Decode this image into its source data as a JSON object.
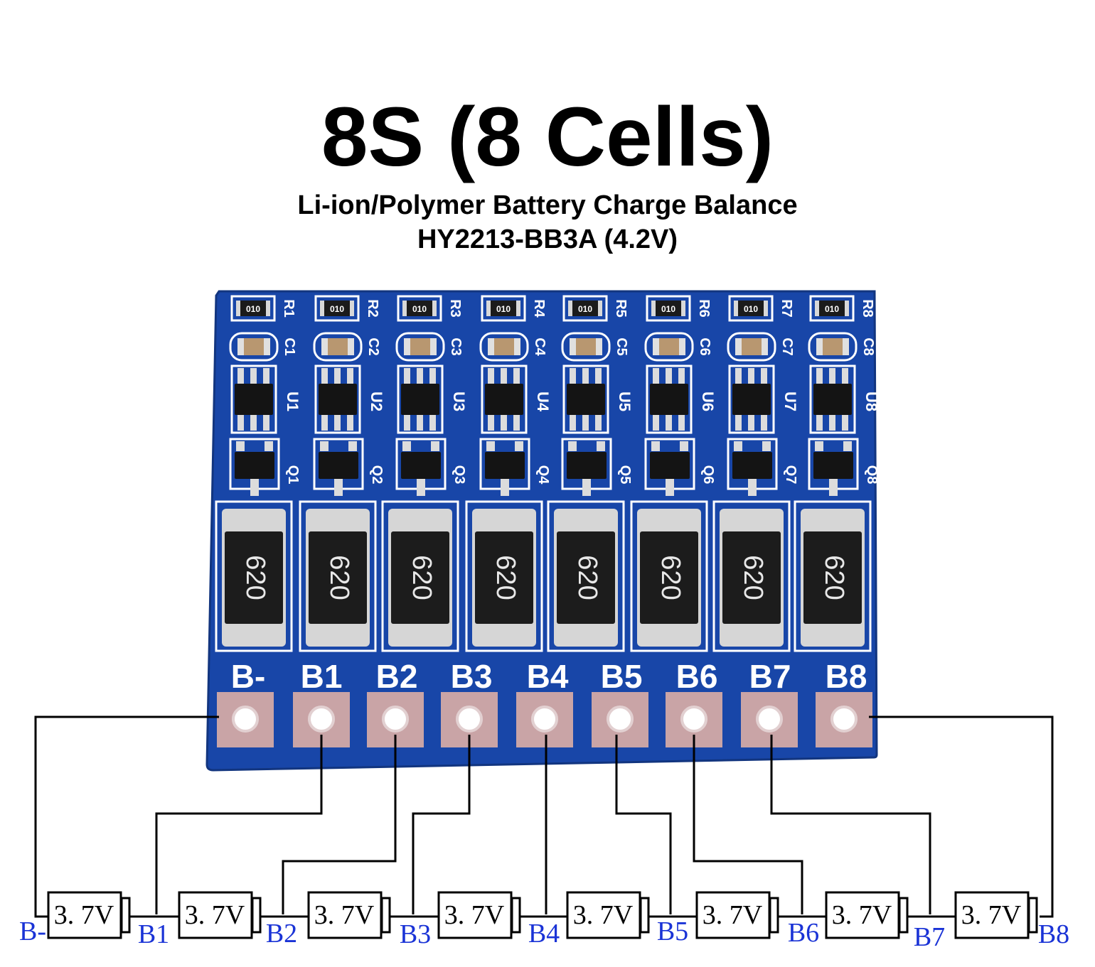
{
  "title": "8S (8 Cells)",
  "subtitle_line1": "Li-ion/Polymer Battery Charge Balance",
  "subtitle_line2": "HY2213-BB3A (4.2V)",
  "pcb": {
    "board_color": "#1846a8",
    "resistor_marking": "010",
    "shunt_resistor_marking": "620",
    "resistor_labels": [
      "R1",
      "R2",
      "R3",
      "R4",
      "R5",
      "R6",
      "R7",
      "R8"
    ],
    "capacitor_labels": [
      "C1",
      "C2",
      "C3",
      "C4",
      "C5",
      "C6",
      "C7",
      "C8"
    ],
    "ic_labels": [
      "U1",
      "U2",
      "U3",
      "U4",
      "U5",
      "U6",
      "U7",
      "U8"
    ],
    "transistor_labels": [
      "Q1",
      "Q2",
      "Q3",
      "Q4",
      "Q5",
      "Q6",
      "Q7",
      "Q8"
    ],
    "pad_labels": [
      "B-",
      "B1",
      "B2",
      "B3",
      "B4",
      "B5",
      "B6",
      "B7",
      "B8"
    ]
  },
  "cells": [
    "3. 7V",
    "3. 7V",
    "3. 7V",
    "3. 7V",
    "3. 7V",
    "3. 7V",
    "3. 7V",
    "3. 7V"
  ],
  "node_labels": [
    "B-",
    "B1",
    "B2",
    "B3",
    "B4",
    "B5",
    "B6",
    "B7",
    "B8"
  ],
  "colors": {
    "node_label": "#1a33d6",
    "pad": "#c9a4a6",
    "silkscreen": "#ffffff"
  }
}
